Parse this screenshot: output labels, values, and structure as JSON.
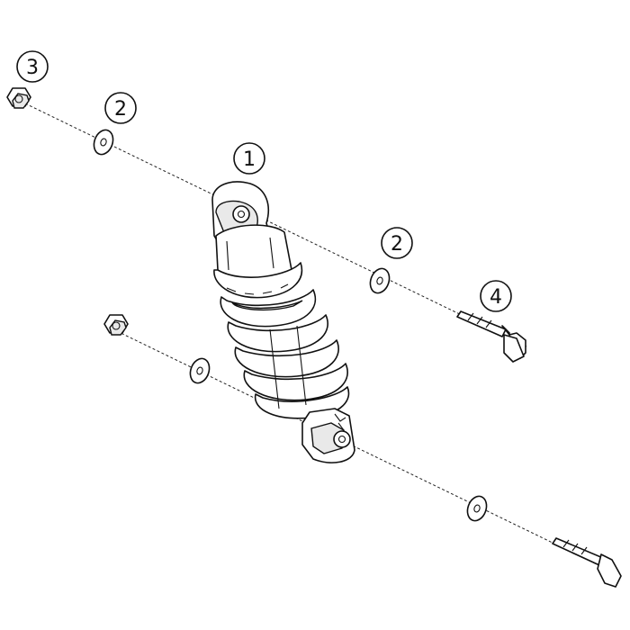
{
  "diagram": {
    "callouts": [
      {
        "id": "shock-absorber",
        "label": "1"
      },
      {
        "id": "washer-top-left",
        "label": "2"
      },
      {
        "id": "washer-top-right",
        "label": "2"
      },
      {
        "id": "nut-top",
        "label": "3"
      },
      {
        "id": "bolt-top",
        "label": "4"
      }
    ],
    "colors": {
      "line": "#111111",
      "background": "#ffffff"
    }
  }
}
